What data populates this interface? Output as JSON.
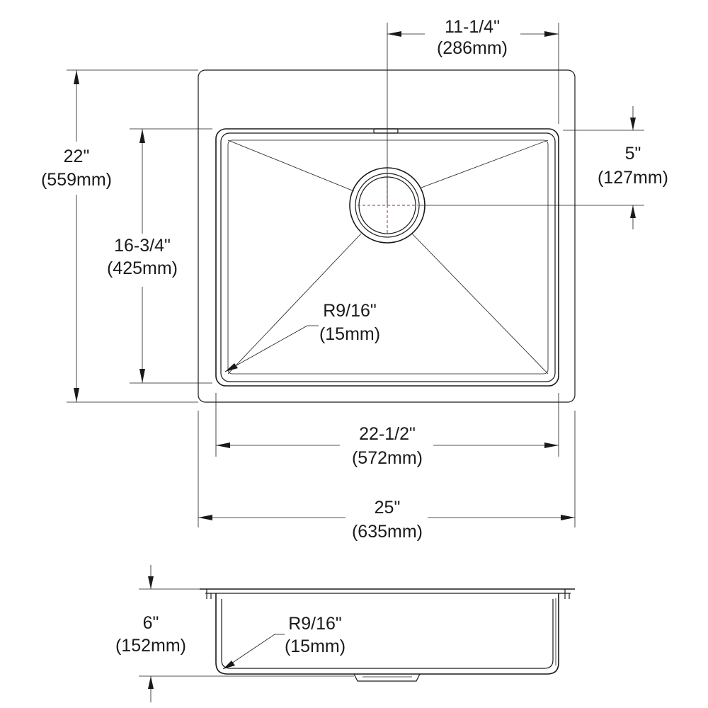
{
  "diagram": {
    "top_view": {
      "drain_offset": {
        "imperial": "11-1/4\"",
        "metric": "(286mm)"
      },
      "overall_depth": {
        "imperial": "22\"",
        "metric": "(559mm)"
      },
      "drain_from_back": {
        "imperial": "5\"",
        "metric": "(127mm)"
      },
      "bowl_depth": {
        "imperial": "16-3/4\"",
        "metric": "(425mm)"
      },
      "corner_radius": {
        "imperial": "R9/16\"",
        "metric": "(15mm)"
      },
      "bowl_width": {
        "imperial": "22-1/2\"",
        "metric": "(572mm)"
      },
      "overall_width": {
        "imperial": "25\"",
        "metric": "(635mm)"
      }
    },
    "side_view": {
      "bowl_height": {
        "imperial": "6\"",
        "metric": "(152mm)"
      },
      "corner_radius": {
        "imperial": "R9/16\"",
        "metric": "(15mm)"
      }
    }
  }
}
